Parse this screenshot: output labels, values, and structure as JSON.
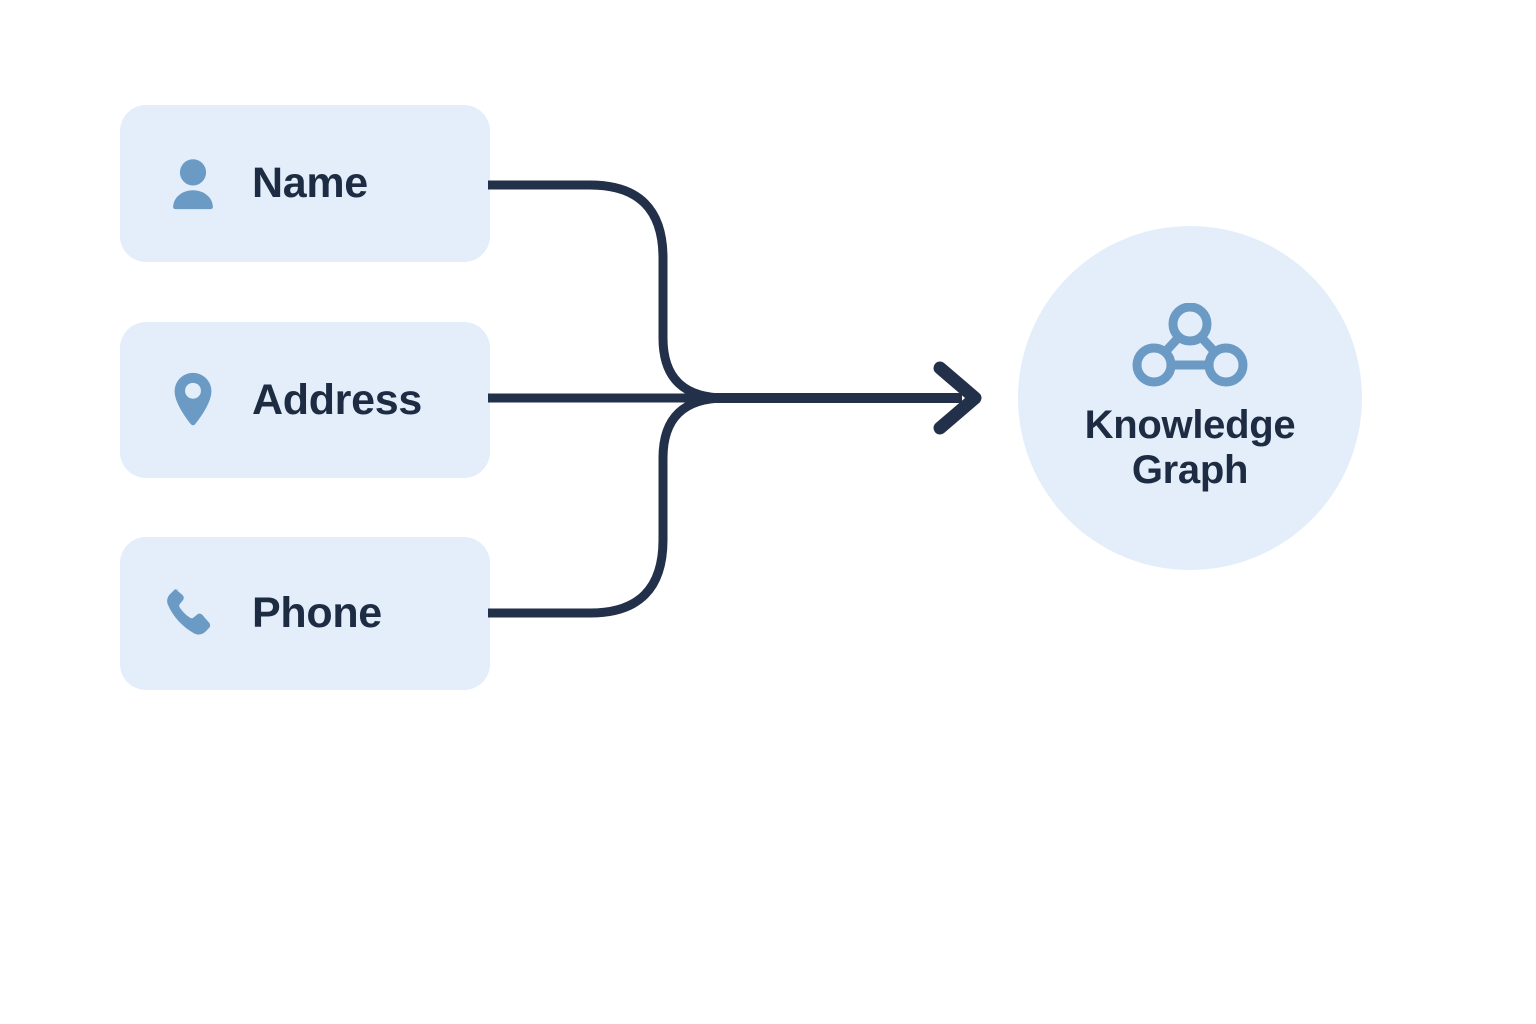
{
  "diagram": {
    "background_color": "#ffffff",
    "accent_card_bg": "#e3eefa",
    "icon_color": "#6b9ac4",
    "text_color": "#1d2c42",
    "connector_color": "#23304a",
    "sources": [
      {
        "label": "Name",
        "icon": "person-icon"
      },
      {
        "label": "Address",
        "icon": "location-pin-icon"
      },
      {
        "label": "Phone",
        "icon": "phone-icon"
      }
    ],
    "target": {
      "icon": "knowledge-graph-icon",
      "label_line1": "Knowledge",
      "label_line2": "Graph"
    },
    "flow": {
      "arrow": "arrowhead-right",
      "merge_point": "725,398",
      "arrow_tip": "980,398"
    }
  }
}
